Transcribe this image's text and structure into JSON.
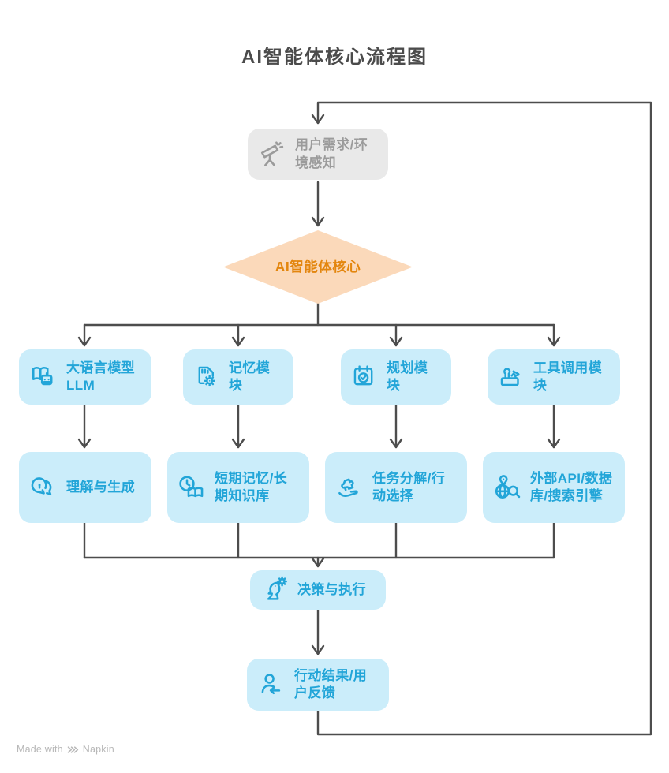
{
  "title": "AI智能体核心流程图",
  "nodes": {
    "input": {
      "label": "用户需求/环境感知",
      "icon": "telescope-icon"
    },
    "core": {
      "label": "AI智能体核心"
    },
    "llm": {
      "label": "大语言模型LLM",
      "icon": "book-robot-icon"
    },
    "memory": {
      "label": "记忆模块",
      "icon": "memory-card-gear-icon"
    },
    "planning": {
      "label": "规划模块",
      "icon": "calendar-check-icon"
    },
    "tools": {
      "label": "工具调用模块",
      "icon": "toolbox-icon"
    },
    "understanding": {
      "label": "理解与生成",
      "icon": "chat-bubbles-icon"
    },
    "knowledge": {
      "label": "短期记忆/长期知识库",
      "icon": "clock-book-icon"
    },
    "tasking": {
      "label": "任务分解/行动选择",
      "icon": "hand-puzzle-icon"
    },
    "external": {
      "label": "外部API/数据库/搜索引擎",
      "icon": "globe-search-icon"
    },
    "decision": {
      "label": "决策与执行",
      "icon": "chess-knight-icon"
    },
    "feedback": {
      "label": "行动结果/用户反馈",
      "icon": "user-feedback-icon"
    }
  },
  "watermark": {
    "prefix": "Made with",
    "brand": "Napkin"
  },
  "colors": {
    "line": "#4d4d4d",
    "module_bg": "#cbedfa",
    "module_text": "#22a5d8",
    "input_bg": "#e9e9e9",
    "input_text": "#9b9b9b",
    "core_bg": "#fbd9ba",
    "core_text": "#e3860e",
    "title_text": "#4b4b4b"
  }
}
